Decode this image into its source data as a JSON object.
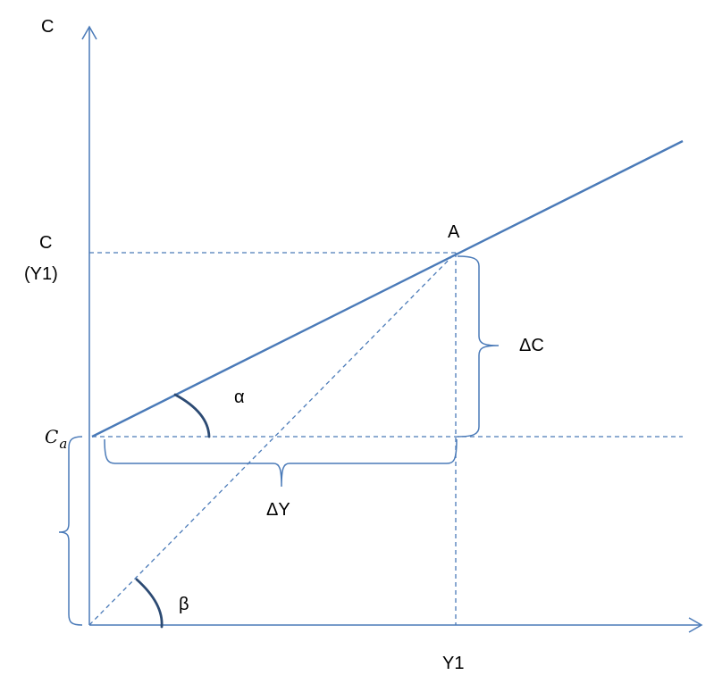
{
  "diagram": {
    "labels": {
      "c_axis": "C",
      "c_y1_line1": "C",
      "c_y1_line2": "(Y1)",
      "point_a": "A",
      "ca_main": "C",
      "ca_sub": "a",
      "delta_c": "ΔC",
      "delta_y": "ΔY",
      "alpha": "α",
      "beta": "β",
      "y1": "Y1"
    },
    "colors": {
      "line": "#4a7ab8",
      "angle_arc": "#2c4a73",
      "text": "#000000"
    }
  }
}
